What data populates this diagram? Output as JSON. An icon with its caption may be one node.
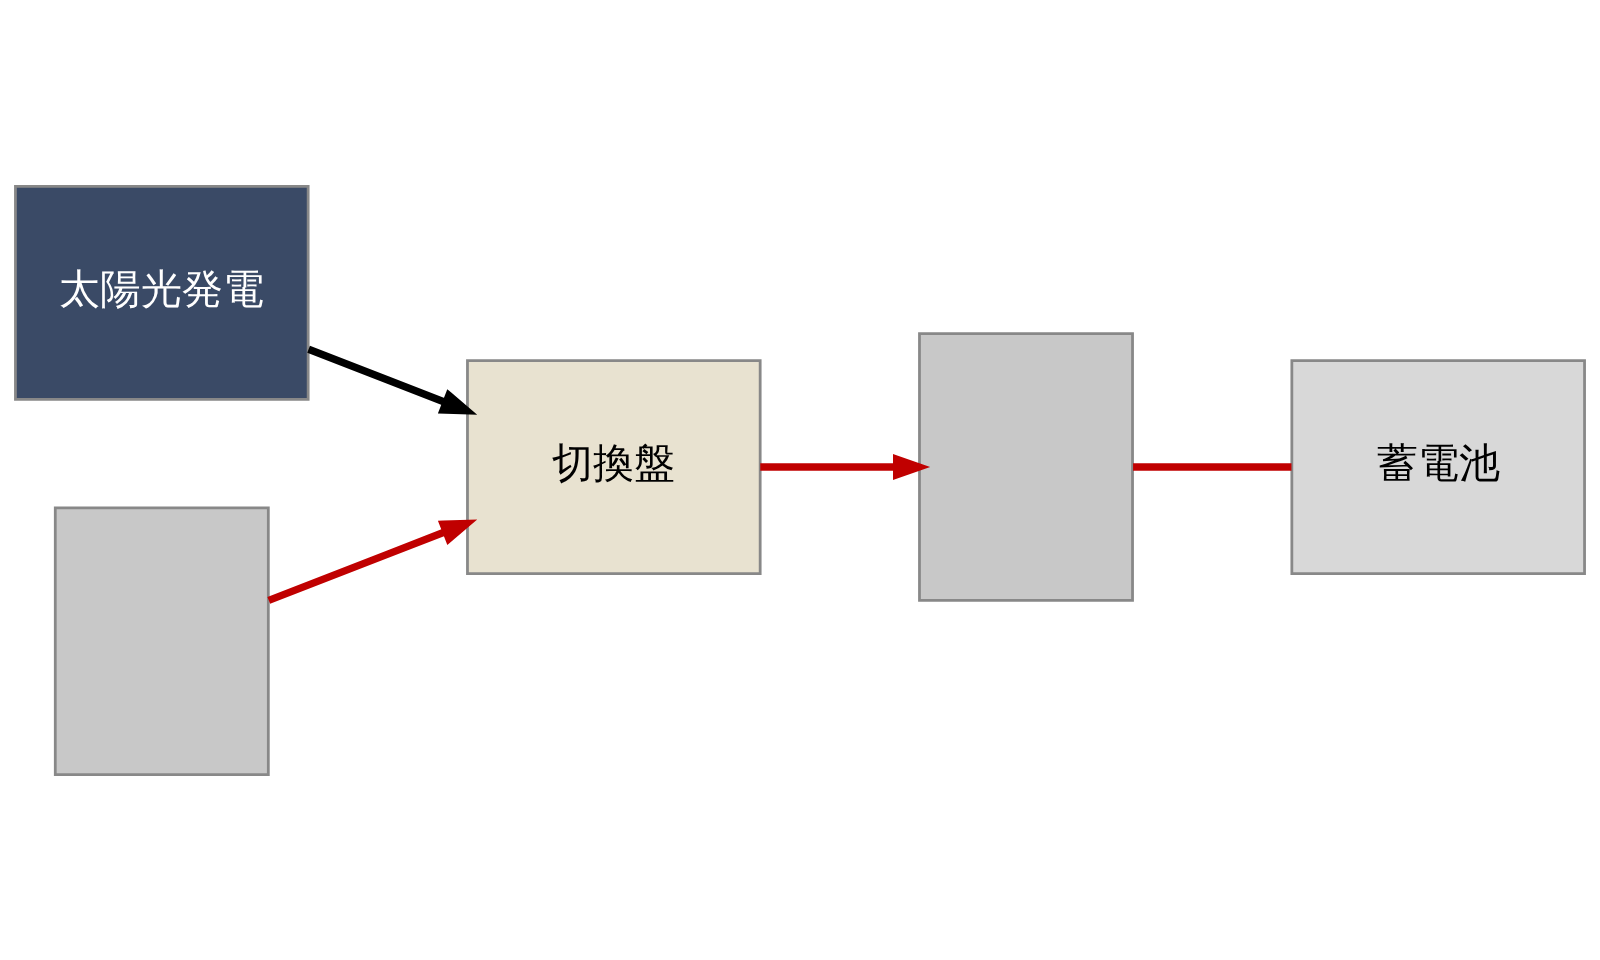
{
  "diagram": {
    "nodes": [
      {
        "text": [
          "太陽光発電"
        ]
      },
      {
        "text": [
          "切換盤"
        ]
      },
      {
        "text": [],
        "shape": "box"
      },
      {
        "text": [
          "蓄電池"
        ]
      },
      {
        "text": [],
        "shape": "box"
      }
    ],
    "edges": [
      {
        "from": 0,
        "to": 1,
        "arrow": "to",
        "color": "#000000"
      },
      {
        "from": 4,
        "to": 1,
        "arrow": "to"
      },
      {
        "from": 1,
        "to": 2,
        "arrow": "to"
      },
      {
        "from": 2,
        "to": 3,
        "arrow": "none"
      }
    ]
  }
}
